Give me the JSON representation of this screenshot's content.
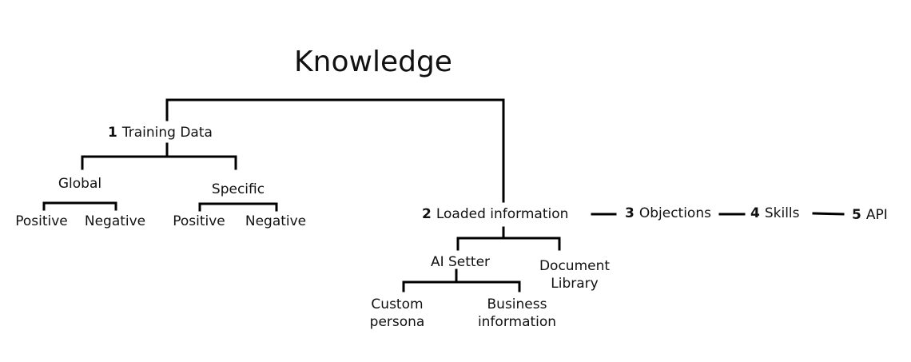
{
  "title": "Knowledge",
  "training_data": {
    "number": "1",
    "label": "Training Data"
  },
  "global": {
    "label": "Global",
    "positive": "Positive",
    "negative": "Negative"
  },
  "specific": {
    "label": "Specific",
    "positive": "Positive",
    "negative": "Negative"
  },
  "loaded_information": {
    "number": "2",
    "label": "Loaded information"
  },
  "ai_setter": {
    "label": "AI Setter",
    "custom_persona": [
      "Custom",
      "persona"
    ],
    "business_information": [
      "Business",
      "information"
    ]
  },
  "document_library": [
    "Document",
    "Library"
  ],
  "objections": {
    "number": "3",
    "label": "Objections"
  },
  "skills": {
    "number": "4",
    "label": "Skills"
  },
  "api": {
    "number": "5",
    "label": "API"
  }
}
